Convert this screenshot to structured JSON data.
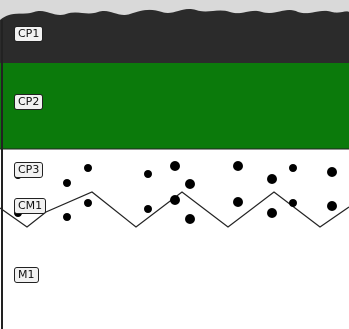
{
  "layers": [
    {
      "label": "CP1",
      "fill": "#2b2b2b"
    },
    {
      "label": "CP2",
      "fill": "#0b7a0b"
    },
    {
      "label": "CP3",
      "fill": "#ffffff"
    },
    {
      "label": "CM1",
      "fill": "#ffffff"
    },
    {
      "label": "M1",
      "fill": "#ffffff"
    }
  ],
  "colors": {
    "top_surface": "#d9d9d9",
    "boundary": "#222222",
    "dots": "#000000"
  }
}
